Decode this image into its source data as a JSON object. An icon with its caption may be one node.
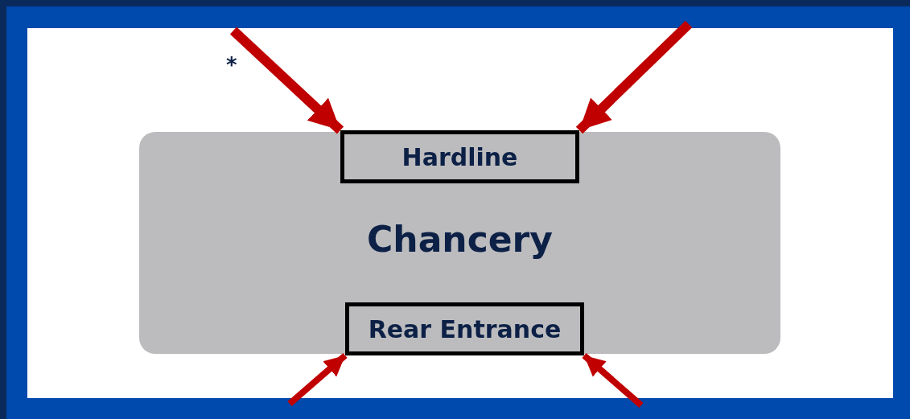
{
  "diagram": {
    "nodes": [
      {
        "text": [
          "Chancery"
        ]
      },
      {
        "text": [
          "Hardline"
        ],
        "in": 0
      },
      {
        "text": [
          "Rear Entrance"
        ],
        "in": 0
      }
    ],
    "edges": [
      {
        "from": null,
        "to": 1,
        "arrow": "to"
      },
      {
        "from": null,
        "to": 1,
        "arrow": "to"
      },
      {
        "from": null,
        "to": 2,
        "arrow": "to"
      },
      {
        "from": null,
        "to": 2,
        "arrow": "to"
      }
    ],
    "labels": [
      "*"
    ]
  }
}
